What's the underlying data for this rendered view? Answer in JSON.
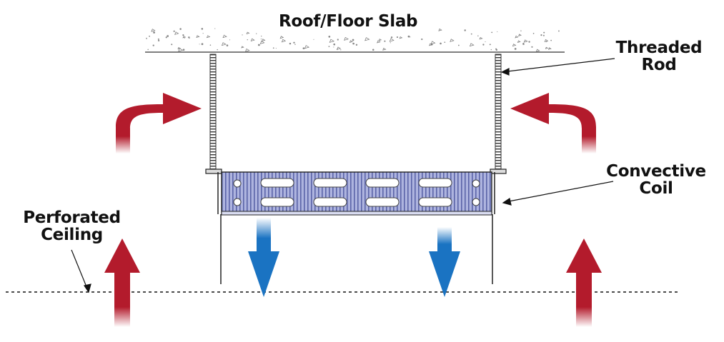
{
  "labels": {
    "slab": "Roof/Floor Slab",
    "rod_line1": "Threaded",
    "rod_line2": "Rod",
    "coil_line1": "Convective",
    "coil_line2": "Coil",
    "ceiling_line1": "Perforated",
    "ceiling_line2": "Ceiling"
  },
  "colors": {
    "warm_arrow": "#b31b2c",
    "cool_arrow": "#1a73c2",
    "coil_fill": "#9fa6d6",
    "coil_stripe": "#5b64a8",
    "outline": "#222222"
  }
}
